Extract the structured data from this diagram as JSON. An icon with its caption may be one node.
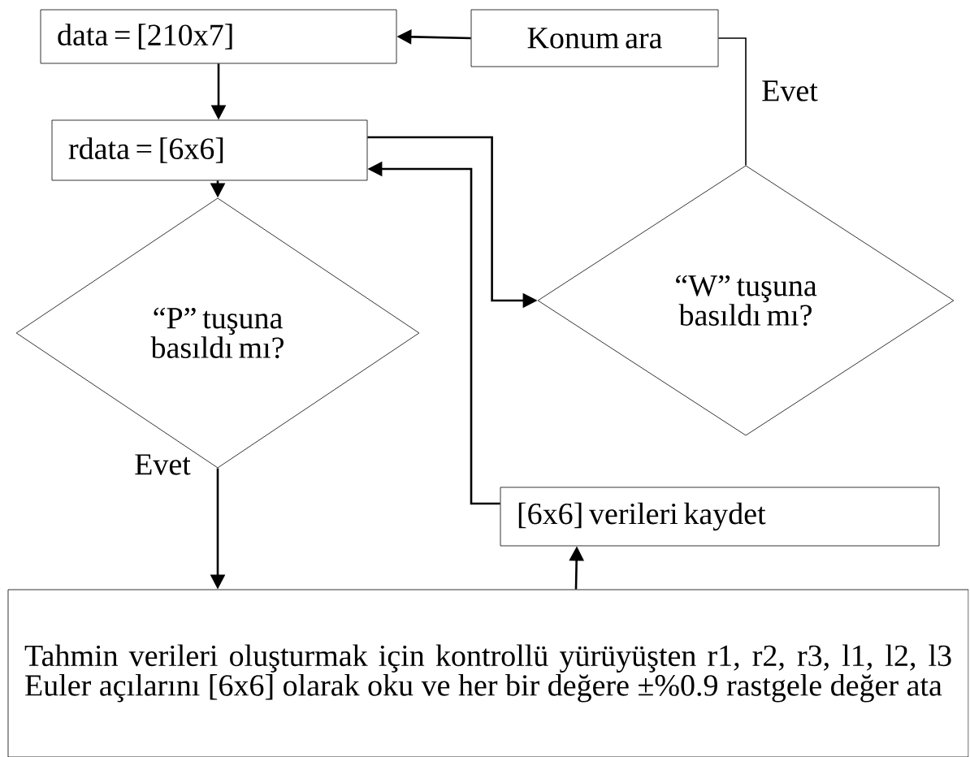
{
  "diagram": {
    "nodes": [
      {
        "text": [
          "data = [210x7]"
        ]
      },
      {
        "text": [
          "Konum ara"
        ]
      },
      {
        "text": [
          "rdata = [6x6]"
        ]
      },
      {
        "text": [
          "“P” tuşuna basıldı mı?"
        ]
      },
      {
        "text": [
          "“W” tuşuna basıldı mı?"
        ]
      },
      {
        "text": [
          "[6x6] verileri kaydet"
        ]
      },
      {
        "text": [
          "Tahmin verileri oluşturmak için kontrollü yürüyüşten r1, r2, r3, l1, l2, l3 Euler açılarını [6x6] olarak oku ve her bir değere ±%0.9 rastgele değer ata"
        ]
      }
    ],
    "edges": [
      {
        "from": 1,
        "to": 0,
        "arrow": "to"
      },
      {
        "from": 0,
        "to": 2,
        "arrow": "to"
      },
      {
        "from": 2,
        "to": 3,
        "arrow": "to"
      },
      {
        "from": 2,
        "to": 4,
        "arrow": "to"
      },
      {
        "from": 4,
        "to": 1,
        "arrow": "none",
        "label": "Evet"
      },
      {
        "from": 3,
        "to": 6,
        "arrow": "to",
        "label": "Evet"
      },
      {
        "from": 6,
        "to": 5,
        "arrow": "to"
      },
      {
        "from": 5,
        "to": 2,
        "arrow": "to"
      }
    ]
  }
}
